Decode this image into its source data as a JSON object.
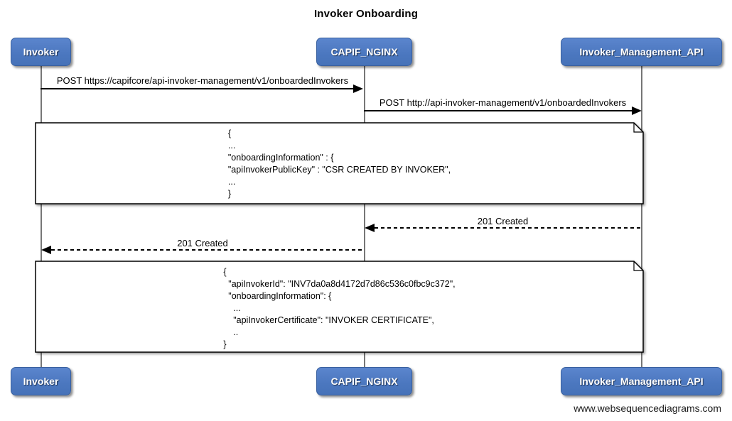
{
  "title": "Invoker Onboarding",
  "actors": [
    {
      "label": "Invoker"
    },
    {
      "label": "CAPIF_NGINX"
    },
    {
      "label": "Invoker_Management_API"
    }
  ],
  "messages": [
    {
      "from": "Invoker",
      "to": "CAPIF_NGINX",
      "label": "POST https://capifcore/api-invoker-management/v1/onboardedInvokers",
      "line": "solid"
    },
    {
      "from": "CAPIF_NGINX",
      "to": "Invoker_Management_API",
      "label": "POST http://api-invoker-management/v1/onboardedInvokers",
      "line": "solid"
    },
    {
      "from": "Invoker_Management_API",
      "to": "CAPIF_NGINX",
      "label": "201 Created",
      "line": "dashed"
    },
    {
      "from": "CAPIF_NGINX",
      "to": "Invoker",
      "label": "201 Created",
      "line": "dashed"
    }
  ],
  "notes": [
    {
      "lines": [
        "{",
        "...",
        "\"onboardingInformation\" : {",
        "\"apiInvokerPublicKey\" : \"CSR CREATED BY INVOKER\",",
        "...",
        "}"
      ]
    },
    {
      "lines": [
        "{",
        "  \"apiInvokerId\": \"INV7da0a8d4172d7d86c536c0fbc9c372\",",
        "  \"onboardingInformation\": {",
        "    ...",
        "    \"apiInvokerCertificate\": \"INVOKER CERTIFICATE\",",
        "    ..",
        "}"
      ]
    }
  ],
  "watermark": "www.websequencediagrams.com",
  "colors": {
    "actor_fill": "#4d7ac4",
    "actor_border": "#3a619f",
    "actor_text": "#ffffff",
    "note_fill": "#ffffff",
    "line_color": "#000000",
    "lifeline_color": "#767676"
  }
}
